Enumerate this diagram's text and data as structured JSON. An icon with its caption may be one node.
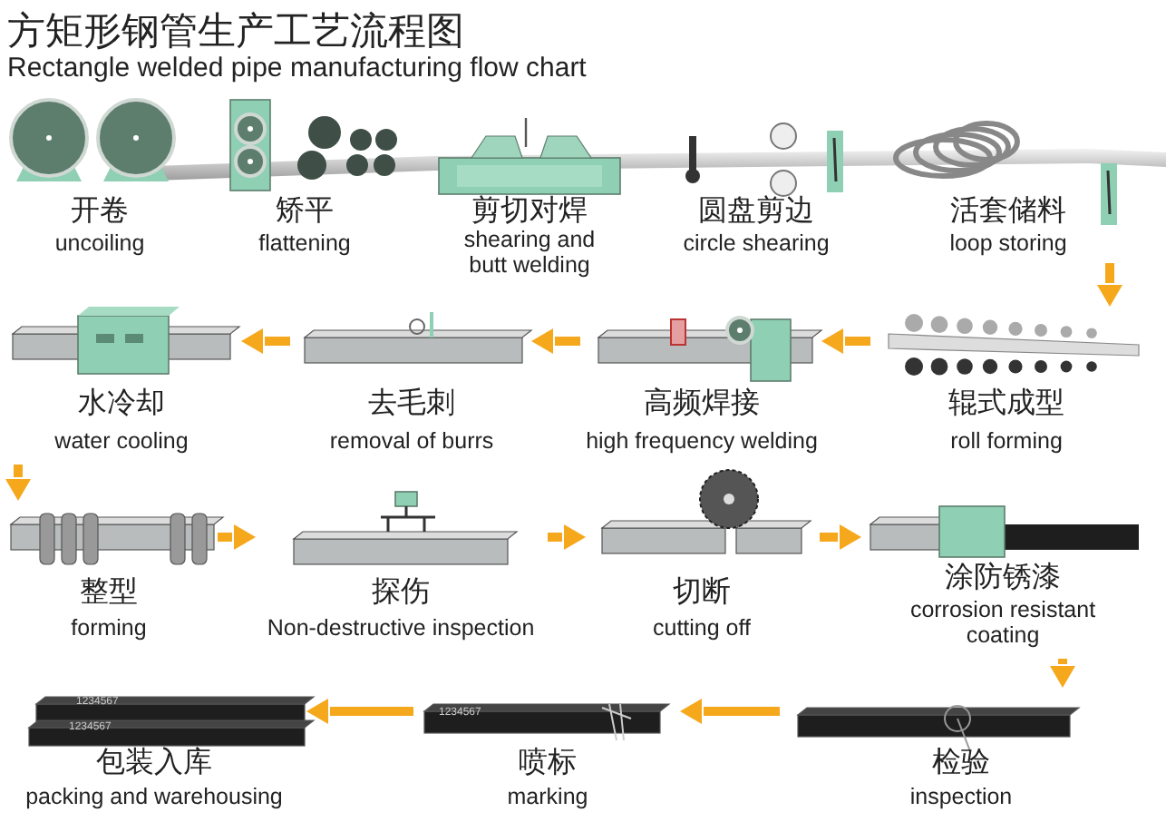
{
  "diagram": {
    "title": "方矩形钢管生产工艺流程图",
    "nodes": [
      {
        "text": [
          "开卷",
          "uncoiling"
        ]
      },
      {
        "text": [
          "矫平",
          "flattening"
        ]
      },
      {
        "text": [
          "剪切对焊",
          "shearing and butt welding"
        ]
      },
      {
        "text": [
          "圆盘剪边",
          "circle shearing"
        ]
      },
      {
        "text": [
          "活套储料",
          "loop storing"
        ]
      },
      {
        "text": [
          "水冷却",
          "water cooling"
        ]
      },
      {
        "text": [
          "去毛刺",
          "removal of burrs"
        ]
      },
      {
        "text": [
          "高频焊接",
          "high frequency welding"
        ]
      },
      {
        "text": [
          "辊式成型",
          "roll forming"
        ]
      },
      {
        "text": [
          "整型",
          "forming"
        ]
      },
      {
        "text": [
          "探伤",
          "Non-destructive inspection"
        ]
      },
      {
        "text": [
          "切断",
          "cutting off"
        ]
      },
      {
        "text": [
          "涂防锈漆",
          "corrosion resistant coating"
        ]
      },
      {
        "text": [
          "包装入库",
          "packing and warehousing"
        ]
      },
      {
        "text": [
          "喷标",
          "marking"
        ]
      },
      {
        "text": [
          "检验",
          "inspection"
        ]
      }
    ],
    "edges": [
      {
        "from": 4,
        "to": 8,
        "arrow": "to"
      },
      {
        "from": 8,
        "to": 7,
        "arrow": "to"
      },
      {
        "from": 7,
        "to": 6,
        "arrow": "to"
      },
      {
        "from": 6,
        "to": 5,
        "arrow": "to"
      },
      {
        "from": 5,
        "to": 9,
        "arrow": "to"
      },
      {
        "from": 9,
        "to": 10,
        "arrow": "to"
      },
      {
        "from": 10,
        "to": 11,
        "arrow": "to"
      },
      {
        "from": 11,
        "to": 12,
        "arrow": "to"
      },
      {
        "from": 12,
        "to": 15,
        "arrow": "to"
      },
      {
        "from": 15,
        "to": 14,
        "arrow": "to"
      },
      {
        "from": 14,
        "to": 13,
        "arrow": "to"
      }
    ],
    "labels": [
      "Rectangle welded pipe manufacturing flow chart",
      "1234567",
      "1234567",
      "1234567"
    ]
  }
}
